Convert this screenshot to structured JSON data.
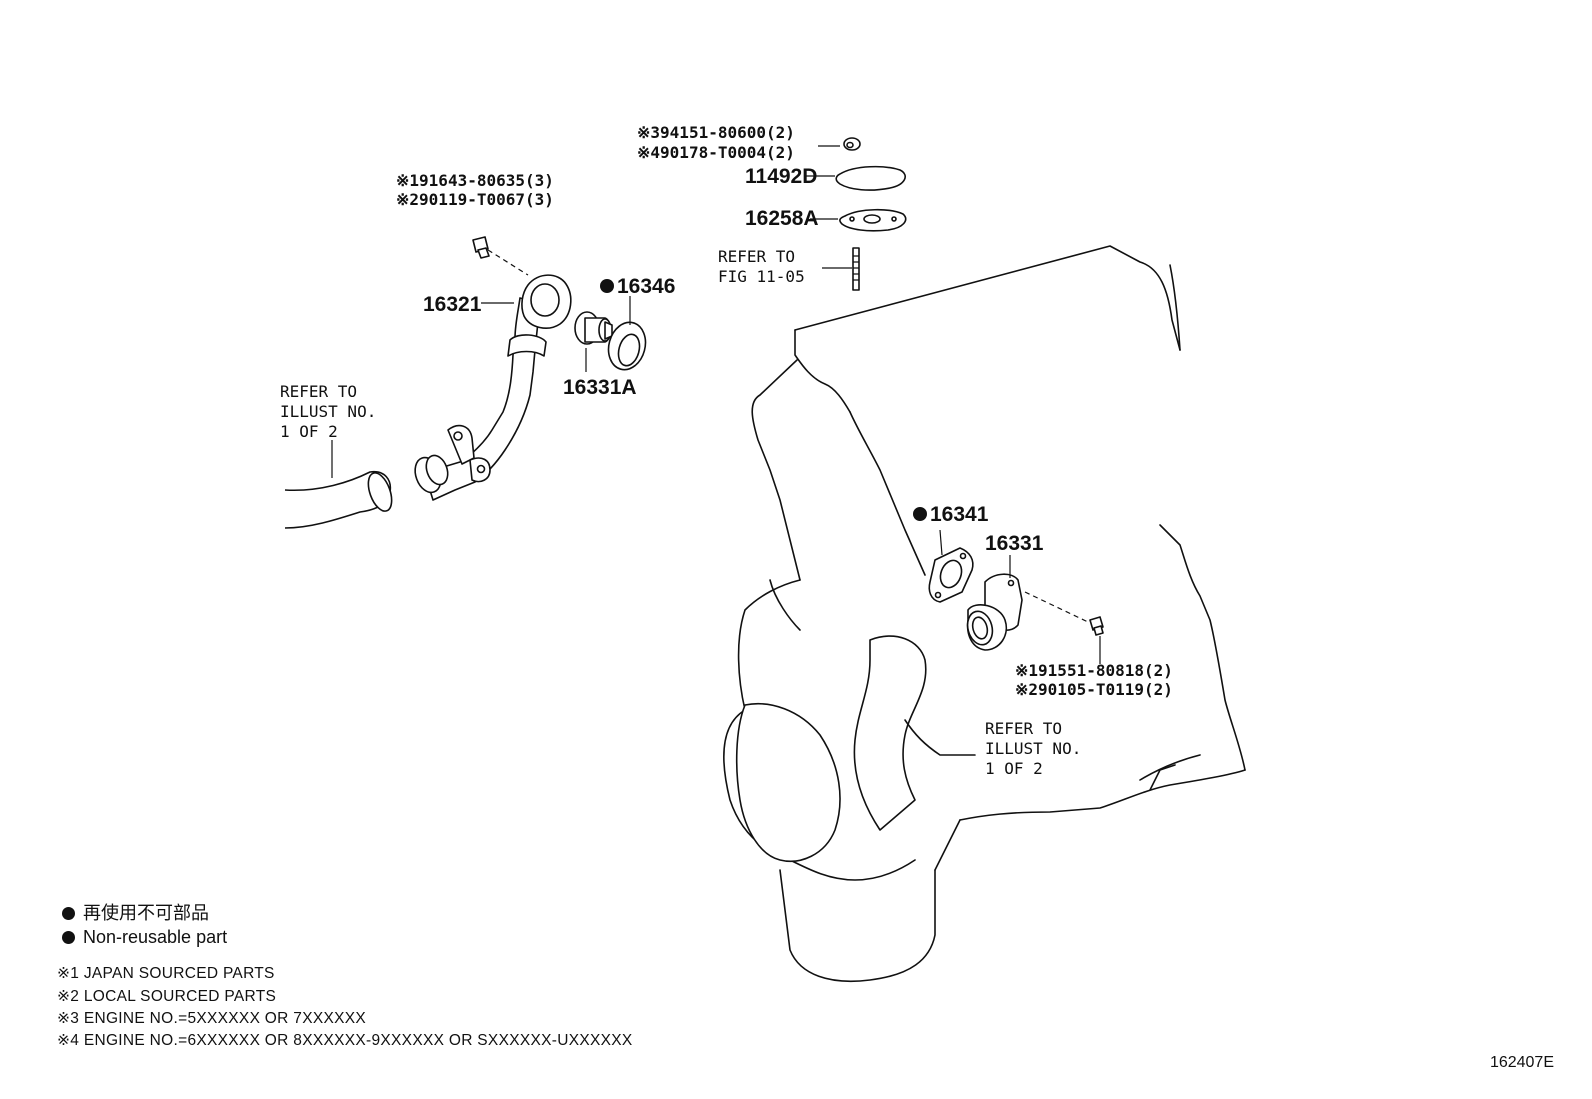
{
  "parts": {
    "p16321": "16321",
    "p16346": "16346",
    "p16331A": "16331A",
    "p11492D": "11492D",
    "p16258A": "16258A",
    "p16341": "16341",
    "p16331": "16331"
  },
  "codes": {
    "bolt_top_1": "※191643-80635(3)",
    "bolt_top_2": "※290119-T0067(3)",
    "nut_1": "※394151-80600(2)",
    "nut_2": "※490178-T0004(2)",
    "bolt_right_1": "※191551-80818(2)",
    "bolt_right_2": "※290105-T0119(2)"
  },
  "refs": {
    "fig": [
      "REFER TO",
      "FIG 11-05"
    ],
    "illust_left": [
      "REFER TO",
      "ILLUST NO.",
      "1 OF 2"
    ],
    "illust_right": [
      "REFER TO",
      "ILLUST NO.",
      "1 OF 2"
    ]
  },
  "legend": {
    "non_reusable_jp": "再使用不可部品",
    "non_reusable_en": "Non-reusable part"
  },
  "notes": [
    "※1 JAPAN SOURCED PARTS",
    "※2 LOCAL SOURCED PARTS",
    "※3 ENGINE NO.=5XXXXXX OR 7XXXXXX",
    "※4 ENGINE NO.=6XXXXXX OR 8XXXXXX-9XXXXXX OR SXXXXXX-UXXXXXX"
  ],
  "figure_id": "162407E"
}
